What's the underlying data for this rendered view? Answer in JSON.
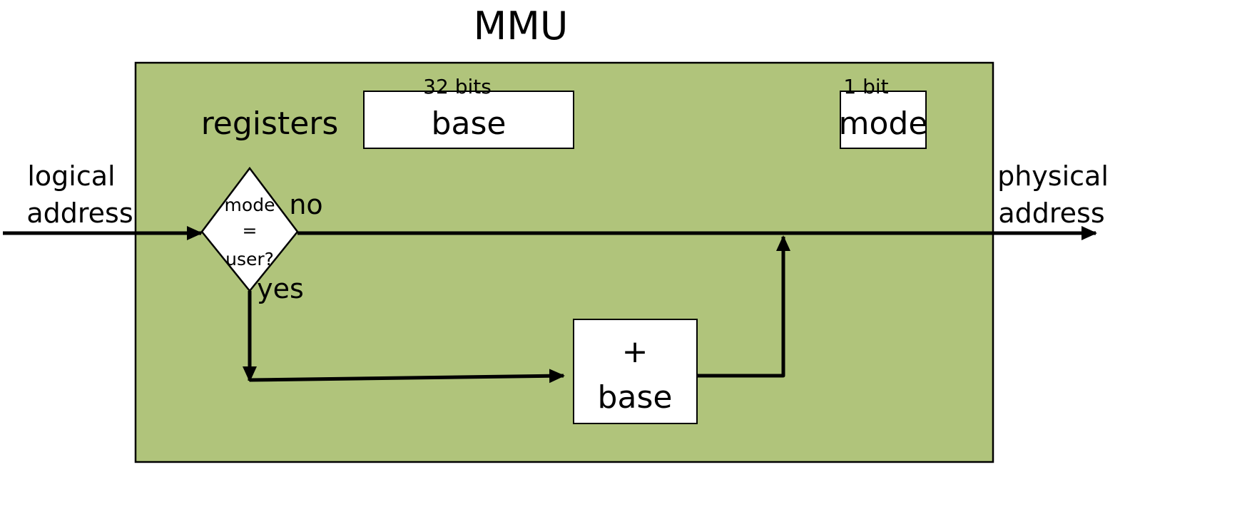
{
  "title": "MMU",
  "colors": {
    "mmu_fill": "#b0c47b",
    "stroke": "#000000",
    "box_fill": "#ffffff"
  },
  "registers": {
    "label": "registers",
    "base": {
      "label": "base",
      "width_label": "32 bits"
    },
    "mode": {
      "label": "mode",
      "width_label": "1 bit"
    }
  },
  "input": {
    "line1": "logical",
    "line2": "address"
  },
  "output": {
    "line1": "physical",
    "line2": "address"
  },
  "decision": {
    "line1": "mode",
    "line2": "=",
    "line3": "user?",
    "no_label": "no",
    "yes_label": "yes"
  },
  "adder": {
    "line1": "+",
    "line2": "base"
  }
}
